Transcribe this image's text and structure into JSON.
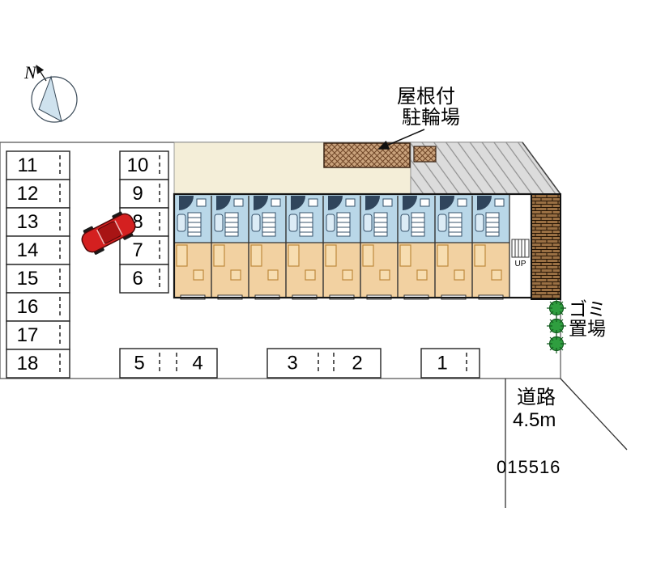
{
  "plan": {
    "number": "015516"
  },
  "compass": {
    "north_label": "N"
  },
  "annotations": {
    "bike_shed": {
      "line1": "屋根付",
      "line2": "駐輪場"
    },
    "garbage": {
      "line1": "ゴミ",
      "line2": "置場"
    },
    "road": {
      "name": "道路",
      "width": "4.5m"
    },
    "stair_up": "UP"
  },
  "parking": {
    "left_column": [
      "11",
      "12",
      "13",
      "14",
      "15",
      "16",
      "17",
      "18"
    ],
    "upper_column": [
      "10",
      "9",
      "8",
      "7",
      "6"
    ],
    "lower_row": [
      "5",
      "4",
      "3",
      "2",
      "1"
    ]
  },
  "colors": {
    "site_gray": "#c6c6c6",
    "walkway_cream": "#f4eed8",
    "slope_bg": "#dcdcdc",
    "unit_upper_blue": "#b9d7e8",
    "unit_lower_tan": "#f2d1a1",
    "car_red": "#d42020",
    "bush_green": "#2f9e3f",
    "brick_brown": "#9a7044",
    "shed_tan": "#c9a27c"
  }
}
